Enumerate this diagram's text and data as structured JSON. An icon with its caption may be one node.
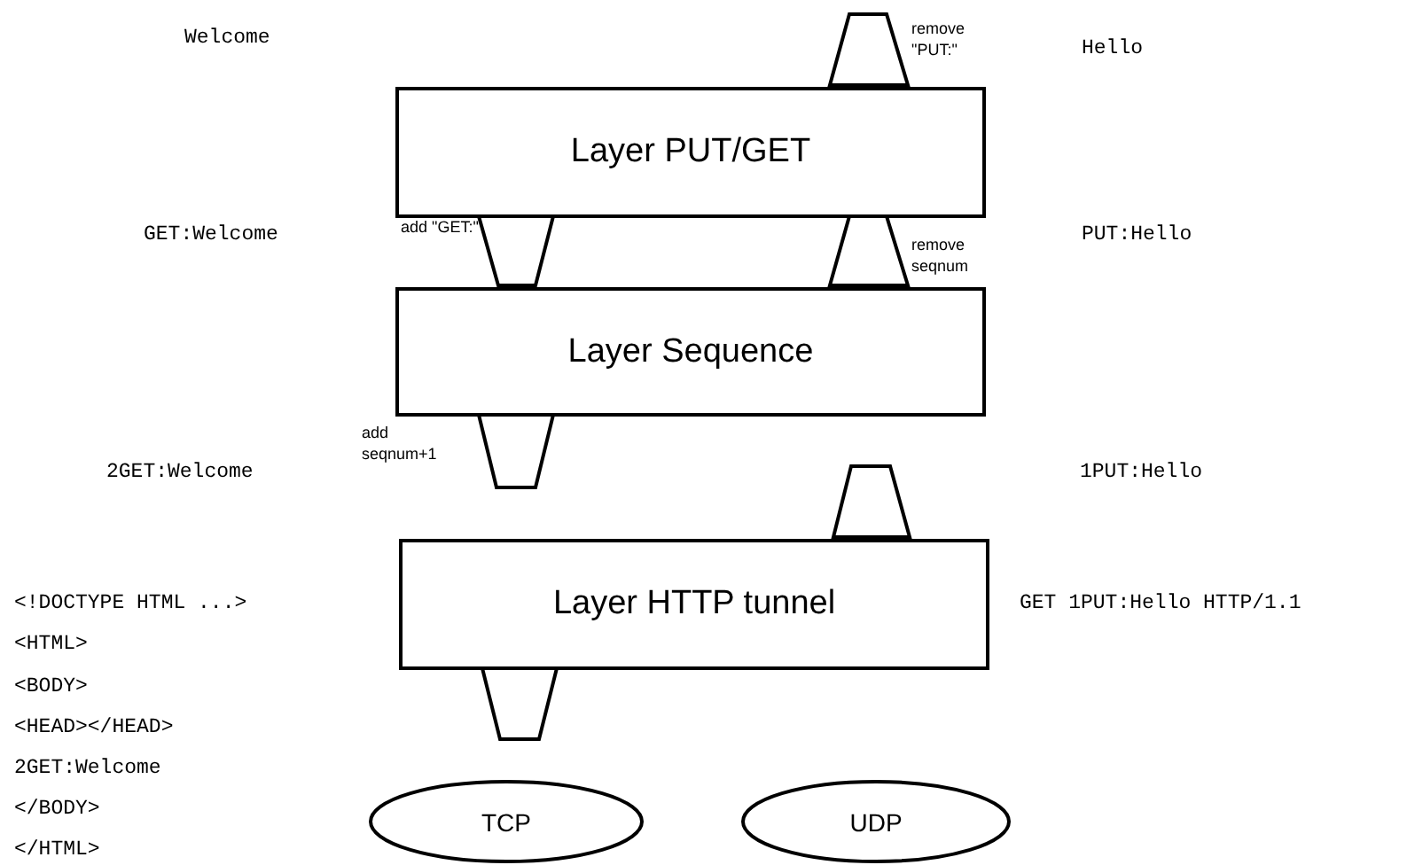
{
  "diagram": {
    "nodes": [
      {
        "text": [
          "Layer PUT/GET"
        ]
      },
      {
        "text": [
          "Layer Sequence"
        ]
      },
      {
        "text": [
          "Layer HTTP tunnel"
        ]
      },
      {
        "text": [
          "TCP"
        ]
      },
      {
        "text": [
          "UDP"
        ]
      }
    ],
    "labels": [
      "Welcome",
      "remove \"PUT:\"",
      "Hello",
      "GET:Welcome",
      "add \"GET:\"",
      "remove seqnum",
      "PUT:Hello",
      "add seqnum+1",
      "2GET:Welcome",
      "1PUT:Hello",
      "<!DOCTYPE HTML ...>",
      "GET 1PUT:Hello HTTP/1.1",
      "<HTML>",
      "<BODY>",
      "<HEAD></HEAD>",
      "2GET:Welcome",
      "</BODY>",
      "</HTML>"
    ]
  }
}
